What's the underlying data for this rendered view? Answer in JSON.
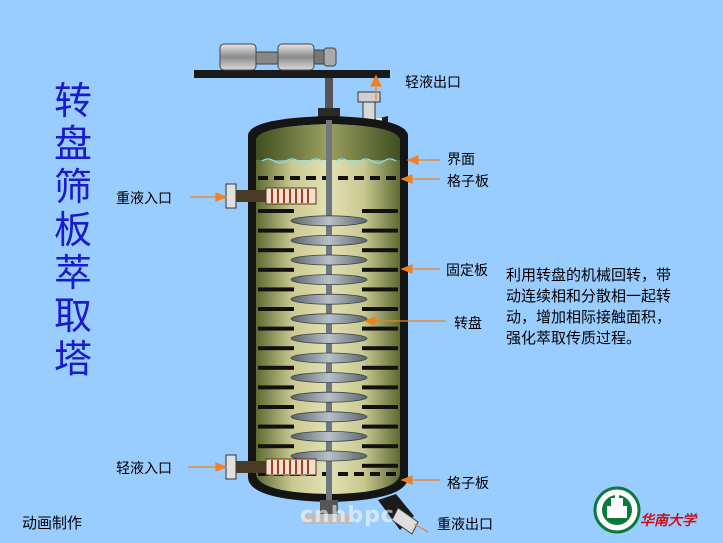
{
  "title_chars": [
    "转",
    "盘",
    "筛",
    "板",
    "萃",
    "取",
    "塔"
  ],
  "labels": {
    "light_outlet": "轻液出口",
    "interface": "界面",
    "grid_plate_top": "格子板",
    "heavy_inlet": "重液入口",
    "fixed_plate": "固定板",
    "rotor_disc": "转盘",
    "light_inlet": "轻液入口",
    "grid_plate_bottom": "格子板",
    "heavy_outlet": "重液出口"
  },
  "description": "利用转盘的机械回转，带动连续相和分散相一起转动，增加相际接触面积，强化萃取传质过程。",
  "credit": "动画制作",
  "watermark_text": "cnhbpc",
  "logo_text": "华南大学",
  "colors": {
    "background": "#99ccff",
    "title": "#1a1ad0",
    "shell": "#202020",
    "liquid": "#b8ba80",
    "arrow": "#f08020",
    "shaft": "#707880"
  },
  "icons": [
    "motor-icon",
    "university-logo-icon"
  ]
}
